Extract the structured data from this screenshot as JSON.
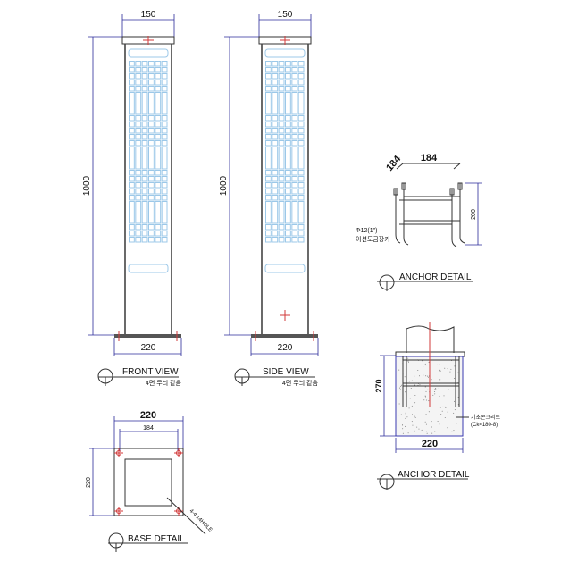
{
  "front_view": {
    "title": "FRONT VIEW",
    "note": "4면 무늬 같음",
    "dim_width": "150",
    "dim_height": "1000",
    "dim_base": "220"
  },
  "side_view": {
    "title": "SIDE VIEW",
    "note": "4면 무늬 같음",
    "dim_width": "150",
    "dim_height": "1000",
    "dim_base": "220"
  },
  "anchor_detail_frame": {
    "title": "ANCHOR DETAIL",
    "dim_width": "184",
    "dim_depth": "184",
    "dim_height": "200",
    "rebar_label_1": "Φ12(1\")",
    "rebar_label_2": "이션도금장카"
  },
  "anchor_detail_section": {
    "title": "ANCHOR DETAIL",
    "dim_height": "270",
    "dim_width": "220",
    "concrete_label_1": "기초콘크리트",
    "concrete_label_2": "(Ck=180-8)"
  },
  "base_detail": {
    "title": "BASE DETAIL",
    "dim_outer": "220",
    "dim_bolt": "184",
    "dim_vertical": "220",
    "hole_label": "4-Φ14HOLE"
  }
}
